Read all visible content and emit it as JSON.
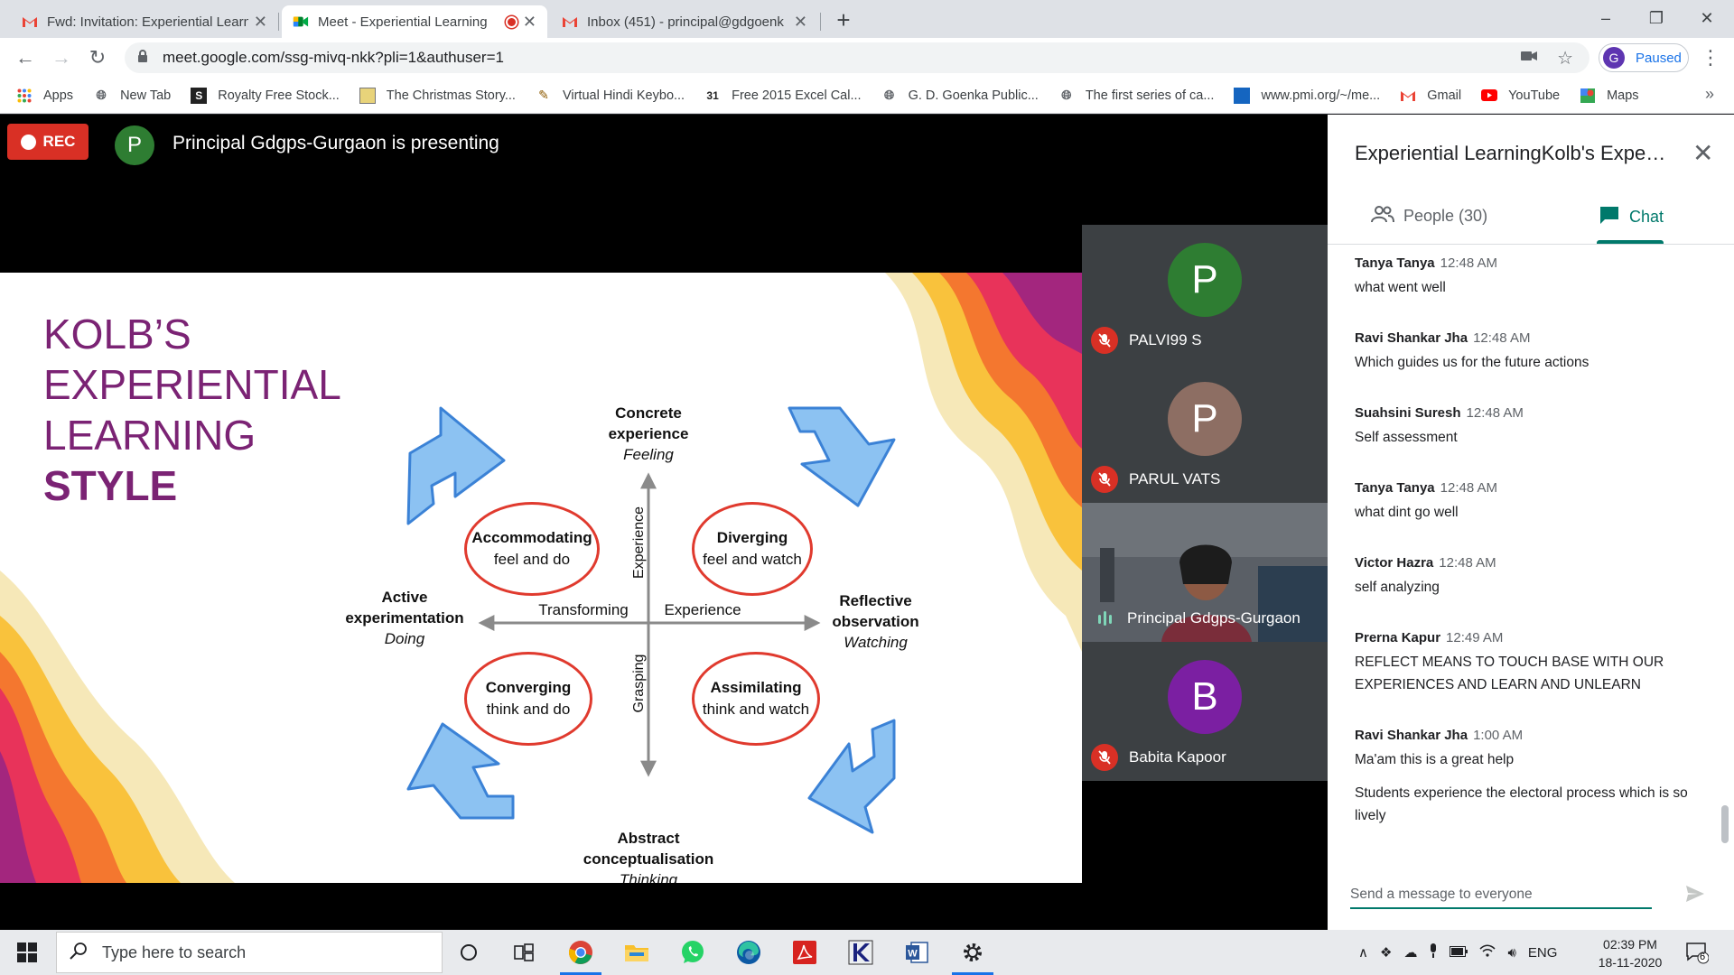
{
  "browser": {
    "tabs": [
      {
        "title": "Fwd: Invitation: Experiential Learn",
        "icon": "gmail-icon",
        "active": false
      },
      {
        "title": "Meet - Experiential Learning",
        "icon": "meet-icon",
        "active": true,
        "recording": true
      },
      {
        "title": "Inbox (451) - principal@gdgoenk",
        "icon": "gmail-icon",
        "active": false
      }
    ],
    "url": "meet.google.com/ssg-mivq-nkk?pli=1&authuser=1",
    "profile_initial": "G",
    "profile_status": "Paused",
    "bookmarks": [
      {
        "label": "Apps",
        "icon": "apps-grid-icon"
      },
      {
        "label": "New Tab",
        "icon": "globe-icon"
      },
      {
        "label": "Royalty Free Stock...",
        "icon": "shutterstock-icon"
      },
      {
        "label": "The Christmas Story...",
        "icon": "bookmark-page-icon"
      },
      {
        "label": "Virtual Hindi Keybo...",
        "icon": "feather-icon"
      },
      {
        "label": "Free 2015 Excel Cal...",
        "icon": "calendar-icon"
      },
      {
        "label": "G. D. Goenka Public...",
        "icon": "globe-icon"
      },
      {
        "label": "The first series of ca...",
        "icon": "globe-icon"
      },
      {
        "label": "www.pmi.org/~/me...",
        "icon": "pmi-icon"
      },
      {
        "label": "Gmail",
        "icon": "gmail-icon"
      },
      {
        "label": "YouTube",
        "icon": "youtube-icon"
      },
      {
        "label": "Maps",
        "icon": "maps-icon"
      }
    ]
  },
  "meet": {
    "rec_label": "REC",
    "presenter_initial": "P",
    "presenter_text": "Principal Gdgps-Gurgaon is presenting",
    "participants": [
      {
        "name": "PALVI99 S",
        "initial": "P",
        "color": "#2e7d32",
        "muted": true
      },
      {
        "name": "PARUL VATS",
        "initial": "P",
        "color": "#8d6e63",
        "muted": true
      },
      {
        "name": "Principal Gdgps-Gurgaon",
        "video": true,
        "muted": false
      },
      {
        "name": "Babita Kapoor",
        "initial": "B",
        "color": "#7b1fa2",
        "muted": true
      }
    ]
  },
  "slide": {
    "title_lines": [
      "KOLB’S",
      "EXPERIENTIAL",
      "LEARNING"
    ],
    "title_bold": "STYLE",
    "top": {
      "line1": "Concrete",
      "line2": "experience",
      "sub": "Feeling"
    },
    "bottom": {
      "line1": "Abstract",
      "line2": "conceptualisation",
      "sub": "Thinking"
    },
    "left": {
      "line1": "Active",
      "line2": "experimentation",
      "sub": "Doing"
    },
    "right": {
      "line1": "Reflective",
      "line2": "observation",
      "sub": "Watching"
    },
    "axis_transforming": "Transforming",
    "axis_experience_h": "Experience",
    "axis_experience_v": "Experience",
    "axis_grasping": "Grasping",
    "styles": [
      {
        "name": "Accommodating",
        "desc": "feel and do"
      },
      {
        "name": "Diverging",
        "desc": "feel and watch"
      },
      {
        "name": "Converging",
        "desc": "think and do"
      },
      {
        "name": "Assimilating",
        "desc": "think and watch"
      }
    ]
  },
  "panel": {
    "title": "Experiential LearningKolb's Experi...",
    "people_label": "People (30)",
    "chat_label": "Chat",
    "messages": [
      {
        "sender": "Tanya Tanya",
        "time": "12:48 AM",
        "text": "what went well"
      },
      {
        "sender": "Ravi Shankar Jha",
        "time": "12:48 AM",
        "text": "Which guides us for the future actions"
      },
      {
        "sender": "Suahsini Suresh",
        "time": "12:48 AM",
        "text": "Self assessment"
      },
      {
        "sender": "Tanya Tanya",
        "time": "12:48 AM",
        "text": "what dint go well"
      },
      {
        "sender": "Victor Hazra",
        "time": "12:48 AM",
        "text": "self analyzing"
      },
      {
        "sender": "Prerna Kapur",
        "time": "12:49 AM",
        "text": "REFLECT MEANS TO TOUCH BASE WITH OUR EXPERIENCES AND LEARN AND UNLEARN"
      },
      {
        "sender": "Ravi Shankar Jha",
        "time": "1:00 AM",
        "text": "Ma'am this is a great help"
      },
      {
        "sender": "",
        "time": "",
        "text": "Students experience the  electoral process which is so lively"
      }
    ],
    "input_placeholder": "Send a message to everyone"
  },
  "taskbar": {
    "search_placeholder": "Type here to search",
    "apps": [
      "cortana-icon",
      "task-view-icon",
      "chrome-icon",
      "file-explorer-icon",
      "whatsapp-icon",
      "edge-icon",
      "acrobat-icon",
      "kolbri-icon",
      "word-icon",
      "settings-icon"
    ],
    "language": "ENG",
    "time": "02:39 PM",
    "date": "18-11-2020",
    "notification_count": "6"
  },
  "colors": {
    "meet_accent": "#00796b",
    "slide_title": "#7b2374",
    "oval_border": "#e03a2e",
    "arrow_fill": "#8cc2f2",
    "rec_red": "#d93025"
  }
}
